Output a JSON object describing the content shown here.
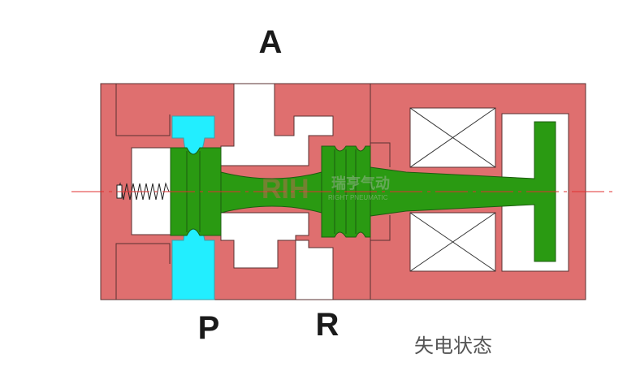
{
  "ports": {
    "a": "A",
    "p": "P",
    "r": "R"
  },
  "state_caption": "失电状态",
  "watermark": {
    "logo": "RIH",
    "company": "瑞亨气动",
    "company_en": "RIGHT PNEUMATIC"
  },
  "colors": {
    "body": "#DF6F6F",
    "spool": "#2A9A12",
    "pressure": "#22EEFF",
    "centerline": "#E03030",
    "outline": "#5a3030"
  }
}
